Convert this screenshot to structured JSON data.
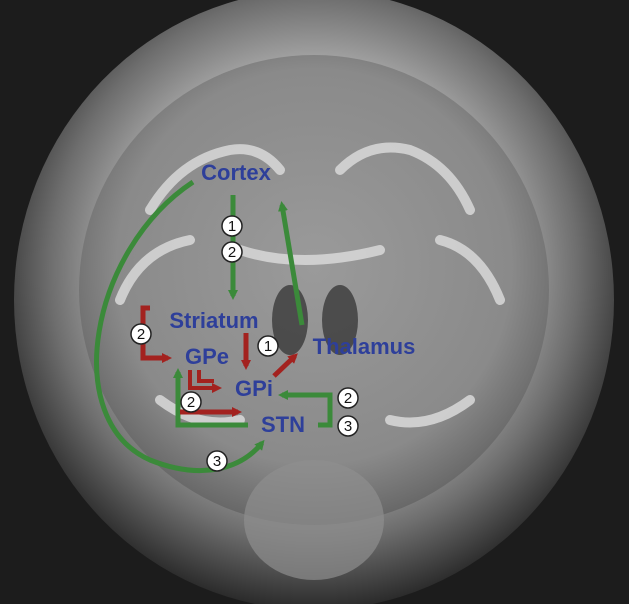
{
  "diagram": {
    "colors": {
      "node_text": "#2e3f9a",
      "excitatory": "#3b8a3a",
      "inhibitory": "#a3221f",
      "badge_fill": "#ffffff",
      "badge_stroke": "#222222"
    },
    "nodes": {
      "cortex": "Cortex",
      "striatum": "Striatum",
      "gpe": "GPe",
      "gpi": "GPi",
      "thalamus": "Thalamus",
      "stn": "STN"
    },
    "badges": {
      "cortex_striatum_a": "1",
      "cortex_striatum_b": "2",
      "striatum_gpe": "2",
      "striatum_gpi": "1",
      "gpe_stn": "2",
      "stn_gpi_a": "2",
      "stn_gpi_b": "3",
      "cortex_stn": "3"
    }
  }
}
